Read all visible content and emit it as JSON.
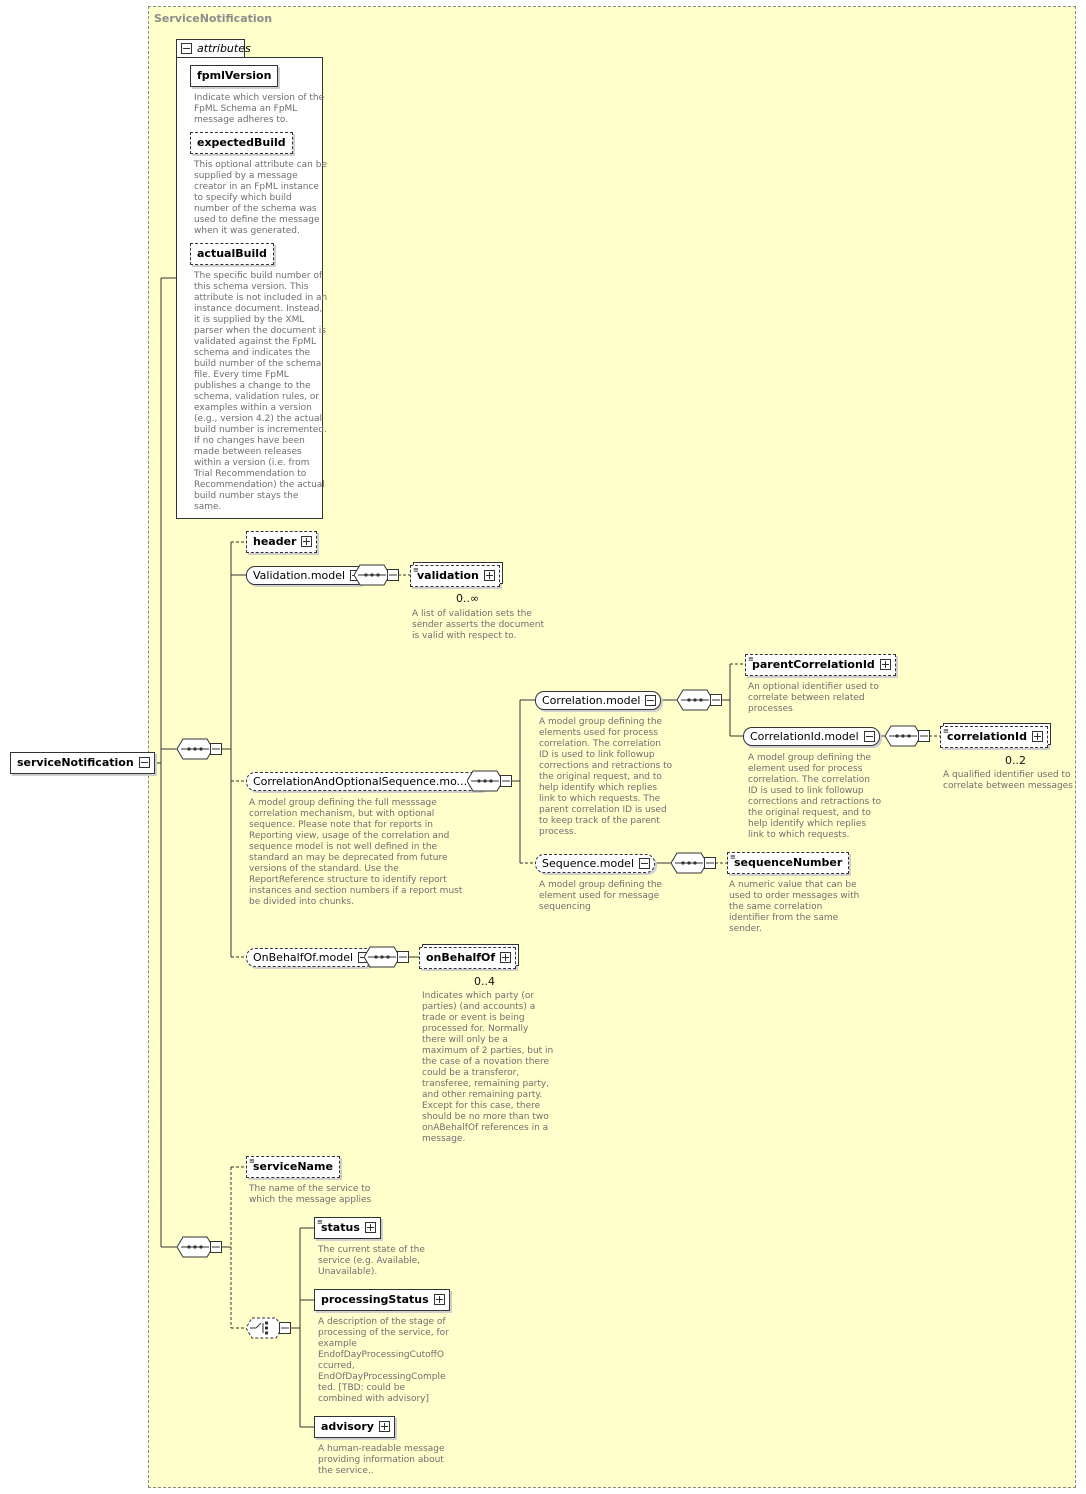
{
  "diagram": {
    "title": "ServiceNotification",
    "root": {
      "label": "serviceNotification"
    },
    "attributes": {
      "tab_label": "attributes",
      "items": [
        {
          "name": "fpmlVersion",
          "desc": "Indicate which version of the\nFpML Schema an FpML\nmessage adheres to."
        },
        {
          "name": "expectedBuild",
          "desc": "This optional attribute can be\nsupplied by a message\ncreator in an FpML instance\nto specify which build\nnumber of the schema was\nused to define the message\nwhen it was generated."
        },
        {
          "name": "actualBuild",
          "desc": "The specific build number of\nthis schema version. This\nattribute is not included in an\ninstance document. Instead,\nit is supplied by the XML\nparser when the document is\nvalidated against the FpML\nschema and indicates the\nbuild number of the schema\nfile. Every time FpML\npublishes a change to the\nschema, validation rules, or\nexamples within a version\n(e.g., version 4.2) the actual\nbuild number is incremented.\nIf no changes have been\nmade between releases\nwithin a version (i.e. from\nTrial Recommendation to\nRecommendation) the actual\nbuild number stays the\nsame."
        }
      ]
    },
    "header": {
      "label": "header"
    },
    "validation_model": {
      "label": "Validation.model"
    },
    "validation": {
      "label": "validation",
      "cardinality": "0..∞",
      "desc": "A list of validation sets the\nsender asserts the document\nis valid with respect to."
    },
    "correlation_seq": {
      "label": "CorrelationAndOptionalSequence.mo...",
      "desc": "A model group defining the full messsage\ncorrelation mechanism, but with optional\nsequence. Please note that for reports in\nReporting view, usage of the correlation and\nsequence model is not well defined in the\nstandard an may be deprecated from future\nversions of the standard. Use the\nReportReference structure to identify report\ninstances and section numbers if a report must\nbe divided into chunks."
    },
    "correlation_model": {
      "label": "Correlation.model",
      "desc": "A model group defining the\nelements used for process\ncorrelation. The correlation\nID is used to link followup\ncorrections and retractions to\nthe original request, and to\nhelp identify which replies\nlink to which requests. The\nparent correlation ID is used\nto keep track of the parent\nprocess."
    },
    "parent_correlation": {
      "label": "parentCorrelationId",
      "desc": "An optional identifier used to\ncorrelate between related\nprocesses"
    },
    "correlation_id_model": {
      "label": "CorrelationId.model",
      "desc": "A model group defining the\nelement used for process\ncorrelation. The correlation\nID is used to link followup\ncorrections and retractions to\nthe original request, and to\nhelp identify which replies\nlink to which requests."
    },
    "correlation_id": {
      "label": "correlationId",
      "cardinality": "0..2",
      "desc": "A qualified identifier used to\ncorrelate between messages"
    },
    "sequence_model": {
      "label": "Sequence.model",
      "desc": "A model group defining the\nelement used for message\nsequencing"
    },
    "sequence_number": {
      "label": "sequenceNumber",
      "desc": "A numeric value that can be\nused to order messages with\nthe same correlation\nidentifier from the same\nsender."
    },
    "on_behalf_model": {
      "label": "OnBehalfOf.model"
    },
    "on_behalf": {
      "label": "onBehalfOf",
      "cardinality": "0..4",
      "desc": "Indicates which party (or\nparties) (and accounts) a\ntrade or event is being\nprocessed for. Normally\nthere will only be a\nmaximum of 2 parties, but in\nthe case of a novation there\ncould be a transferor,\ntransferee, remaining party,\nand other remaining party.\nExcept for this case, there\nshould be no more than two\nonABehalfOf references in a\nmessage."
    },
    "service_name": {
      "label": "serviceName",
      "desc": "The name of the service to\nwhich the message applies"
    },
    "status": {
      "label": "status",
      "desc": "The current state of the\nservice (e.g. Available,\nUnavailable)."
    },
    "processing_status": {
      "label": "processingStatus",
      "desc": "A description of the stage of\nprocessing of the service, for\nexample\nEndofDayProcessingCutoffO\nccurred,\nEndOfDayProcessingComple\nted. [TBD: could be\ncombined with advisory]"
    },
    "advisory": {
      "label": "advisory",
      "desc": "A human-readable message\nproviding information about\nthe service.."
    }
  },
  "colors": {
    "background": "#ffffcc",
    "border": "#333333",
    "note_text": "#6e6e6e",
    "title_text": "#8c8c8c"
  }
}
